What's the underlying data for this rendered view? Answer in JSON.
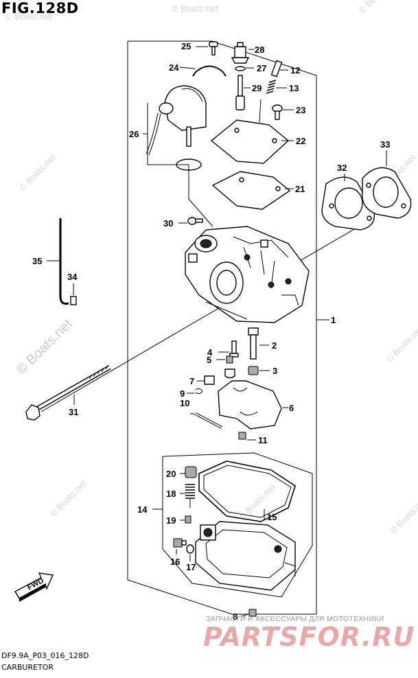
{
  "figure": {
    "title": "FIG.128D",
    "code": "DF9.9A_P03_016_128D",
    "caption": "CARBURETOR"
  },
  "watermarks": {
    "boats": "© Boats.net",
    "promo": "ЗАПЧАСТИ И АКСЕССУАРЫ ДЛЯ МОТОТЕХНИКИ",
    "brand": "PARTSFOR.RU"
  },
  "fwd_label": "FWD",
  "callouts": [
    "1",
    "2",
    "3",
    "4",
    "5",
    "6",
    "7",
    "8",
    "9",
    "10",
    "11",
    "12",
    "13",
    "14",
    "15",
    "16",
    "17",
    "18",
    "19",
    "20",
    "21",
    "22",
    "23",
    "24",
    "25",
    "26",
    "27",
    "28",
    "29",
    "30",
    "31",
    "32",
    "33",
    "34",
    "35"
  ],
  "icons": {
    "fwd": "fwd-arrow-icon"
  }
}
